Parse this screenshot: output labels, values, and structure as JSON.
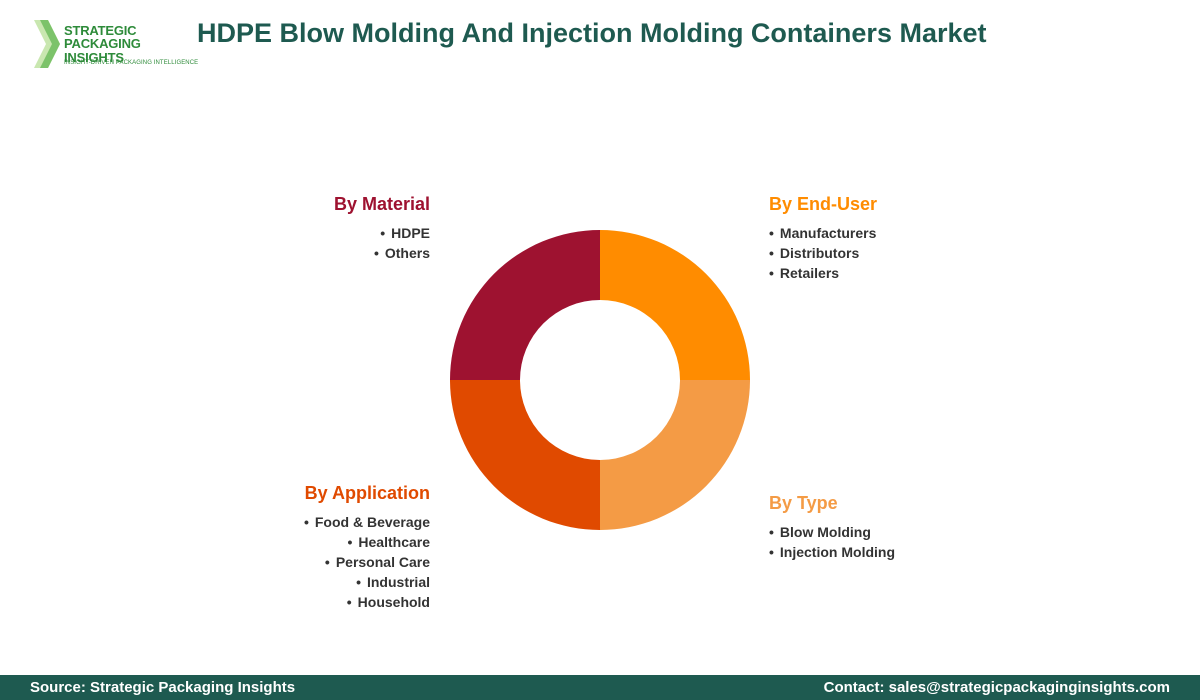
{
  "logo": {
    "line1": "STRATEGIC",
    "line2": "PACKAGING INSIGHTS",
    "tagline": "INSIGHT-DRIVEN PACKAGING INTELLIGENCE"
  },
  "title": "HDPE Blow Molding And Injection Molding Containers Market",
  "segments": [
    {
      "name": "By End-User",
      "color": "#ff8c00",
      "items": [
        "Manufacturers",
        "Distributors",
        "Retailers"
      ]
    },
    {
      "name": "By Type",
      "color": "#f49b45",
      "items": [
        "Blow Molding",
        "Injection Molding"
      ]
    },
    {
      "name": "By Application",
      "color": "#e04a00",
      "items": [
        "Food & Beverage",
        "Healthcare",
        "Personal Care",
        "Industrial",
        "Household"
      ]
    },
    {
      "name": "By Material",
      "color": "#9e1230",
      "items": [
        "HDPE",
        "Others"
      ]
    }
  ],
  "chart_data": {
    "type": "pie",
    "categories": [
      "By End-User",
      "By Type",
      "By Application",
      "By Material"
    ],
    "values": [
      25,
      25,
      25,
      25
    ]
  },
  "footer": {
    "source": "Source: Strategic Packaging Insights",
    "contact": "Contact: sales@strategicpackaginginsights.com"
  }
}
